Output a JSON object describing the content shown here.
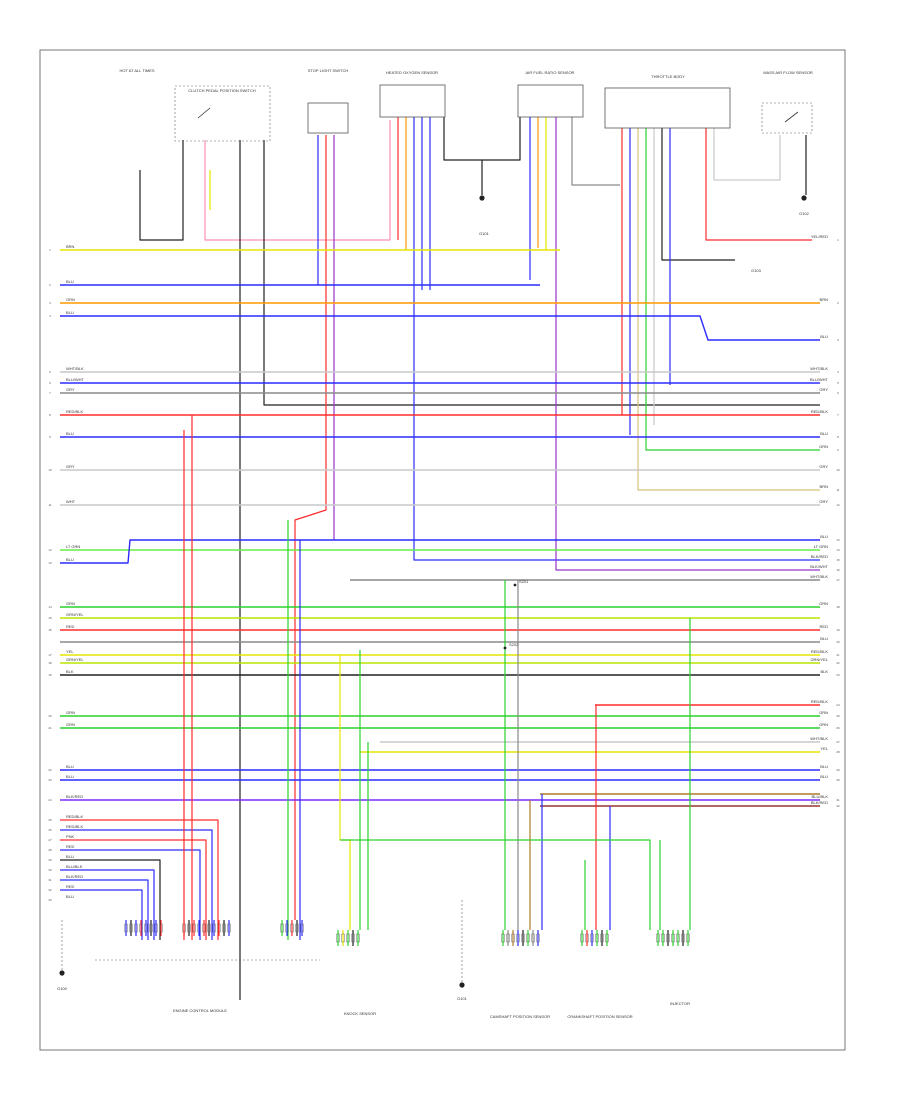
{
  "colors": {
    "BLK": "#222222",
    "BLU": "#2b2bff",
    "RED": "#ff2b2b",
    "GRN": "#2bd12b",
    "LT GRN": "#66ee44",
    "YEL": "#e6e600",
    "ORN": "#ff9900",
    "VIO": "#9933cc",
    "WHT": "#c9c9c9",
    "GRY": "#8a8a8a",
    "BRN": "#b07a2a",
    "PNK": "#ff8fb0",
    "TAN": "#d9c27a",
    "GRN/YEL": "#b8e600",
    "BLU/WHT": "#5f8cff",
    "RED/BLK": "#d62b2b",
    "BLK/RED": "#993333",
    "YEL/BLK": "#b3b300",
    "GRY/BLK": "#555555",
    "BLU/RED": "#7a2bff",
    "LT BLU": "#66b3ff"
  },
  "components": [
    {
      "id": "c1",
      "name": "HOT AT ALL TIMES"
    },
    {
      "id": "c2",
      "name": "CLUTCH PEDAL POSITION SWITCH"
    },
    {
      "id": "c3",
      "name": "STOP LIGHT SWITCH"
    },
    {
      "id": "c4",
      "name": "HEATED OXYGEN SENSOR"
    },
    {
      "id": "c5",
      "name": "AIR FUEL RATIO SENSOR"
    },
    {
      "id": "c6",
      "name": "THROTTLE BODY"
    },
    {
      "id": "c7",
      "name": "MASS AIR FLOW SENSOR"
    },
    {
      "id": "c8",
      "name": "G101"
    },
    {
      "id": "c9",
      "name": "G102"
    },
    {
      "id": "c10",
      "name": "G103"
    },
    {
      "id": "c11",
      "name": "ENGINE CONTROL MODULE"
    },
    {
      "id": "c12",
      "name": "KNOCK SENSOR"
    },
    {
      "id": "c13",
      "name": "CAMSHAFT POSITION SENSOR"
    },
    {
      "id": "c14",
      "name": "CRANKSHAFT POSITION SENSOR"
    },
    {
      "id": "c15",
      "name": "INJECTOR"
    }
  ],
  "ground_labels": [
    "G100",
    "G101"
  ],
  "splice_labels": [
    "S201",
    "S202"
  ],
  "left_wire_labels": [
    "BRN",
    "BLU",
    "ORN",
    "BLU",
    "WHT/BLK",
    "BLU/WHT",
    "GRY",
    "RED/BLK",
    "BLU",
    "GRY",
    "WHT",
    "LT GRN",
    "BLU",
    "GRN",
    "GRN/YEL",
    "RED",
    "YEL",
    "GRN/YEL",
    "BLK",
    "GRN",
    "GRN",
    "BLU",
    "BLU",
    "BLK/RED",
    "RED/BLK",
    "RED/BLK",
    "PNK",
    "RED",
    "BLU",
    "BLU/BLK",
    "BLK/RED",
    "RED",
    "BLU"
  ],
  "right_wire_labels": [
    "YEL/RED",
    "BRN",
    "BLU",
    "WHT/BLK",
    "BLU/WHT",
    "GRY",
    "RED/BLK",
    "BLU",
    "GRN",
    "GRY",
    "BRN",
    "GRY",
    "BLU",
    "LT GRN",
    "BLK/RED",
    "BLK/WHT",
    "WHT/BLK",
    "GRN",
    "RED",
    "BLU",
    "RED/BLK",
    "GRN/YEL",
    "BLK",
    "RED/BLK",
    "GRN",
    "GRN",
    "WHT/BLK",
    "YEL",
    "BLU",
    "BLU",
    "BLU/BLK",
    "BLK/RED"
  ],
  "footer_label": "",
  "title": ""
}
